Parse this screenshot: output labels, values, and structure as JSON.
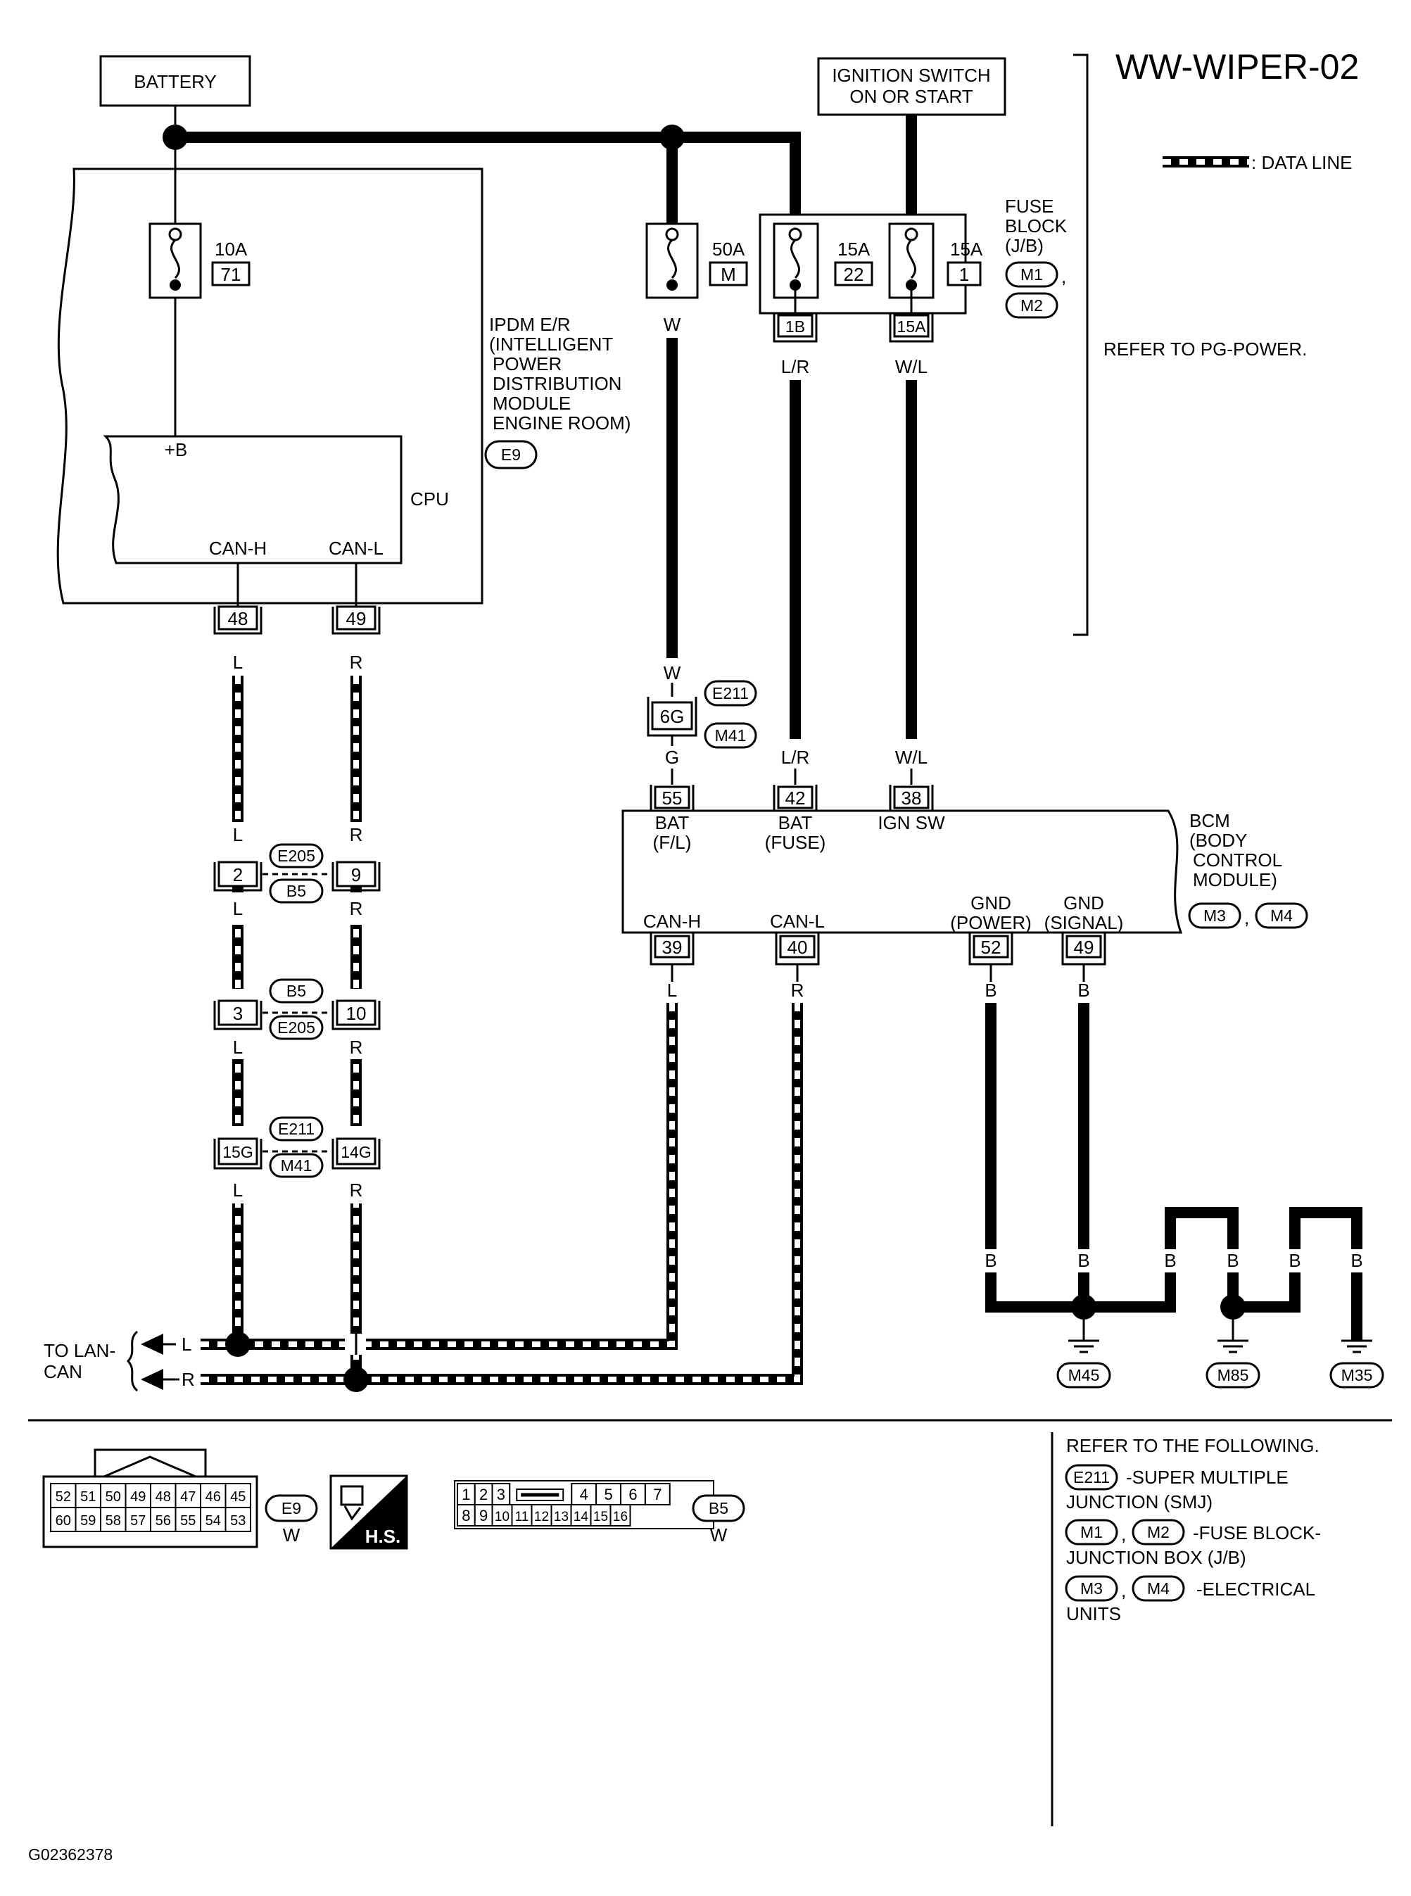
{
  "title": "WW-WIPER-02",
  "legend": {
    "data_line": ": DATA LINE"
  },
  "battery": "BATTERY",
  "ignition_switch": [
    "IGNITION SWITCH",
    "ON OR START"
  ],
  "fuses": {
    "f10a": {
      "rating": "10A",
      "number": "71"
    },
    "f50a": {
      "rating": "50A",
      "number": "M"
    },
    "f15a_22": {
      "rating": "15A",
      "number": "22"
    },
    "f15a_1": {
      "rating": "15A",
      "number": "1"
    }
  },
  "fuse_block": {
    "lines": [
      "FUSE",
      "BLOCK",
      "(J/B)"
    ],
    "conn1": "M1",
    "conn2": "M2",
    "sep": ","
  },
  "refer_pg": "REFER TO PG-POWER.",
  "ipdm": {
    "lines": [
      "IPDM E/R",
      "(INTELLIGENT",
      "POWER",
      "DISTRIBUTION",
      "MODULE",
      "ENGINE ROOM)"
    ],
    "conn": "E9",
    "plus_b": "+B",
    "cpu": "CPU",
    "can_h": "CAN-H",
    "can_l": "CAN-L",
    "pin_h": "48",
    "pin_l": "49"
  },
  "wires": {
    "w": "W",
    "lr": "L/R",
    "wl": "W/L",
    "g": "G",
    "l": "L",
    "r": "R",
    "b": "B"
  },
  "fuse_conns": {
    "c1": "1B",
    "c2": "15A"
  },
  "junction_6g": {
    "pin": "6G",
    "conn1": "E211",
    "conn2": "M41"
  },
  "bcm": {
    "lines": [
      "BCM",
      "(BODY",
      "CONTROL",
      "MODULE)"
    ],
    "conn1": "M3",
    "conn2": "M4",
    "sep": ",",
    "pins_top": [
      {
        "pin": "55",
        "label1": "BAT",
        "label2": "(F/L)"
      },
      {
        "pin": "42",
        "label1": "BAT",
        "label2": "(FUSE)"
      },
      {
        "pin": "38",
        "label1": "IGN SW",
        "label2": ""
      }
    ],
    "pins_bottom": [
      {
        "pin": "39",
        "label1": "CAN-H",
        "label2": ""
      },
      {
        "pin": "40",
        "label1": "CAN-L",
        "label2": ""
      },
      {
        "pin": "52",
        "label1": "GND",
        "label2": "(POWER)"
      },
      {
        "pin": "49",
        "label1": "GND",
        "label2": "(SIGNAL)"
      }
    ]
  },
  "can_connectors": [
    {
      "left": "2",
      "right": "9",
      "top": "E205",
      "bottom": "B5"
    },
    {
      "left": "3",
      "right": "10",
      "top": "B5",
      "bottom": "E205"
    },
    {
      "left": "15G",
      "right": "14G",
      "top": "E211",
      "bottom": "M41"
    }
  ],
  "to_lan": {
    "lines": [
      "TO LAN-",
      "CAN"
    ],
    "l": "L",
    "r": "R"
  },
  "grounds": [
    "M45",
    "M85",
    "M35"
  ],
  "connector_e9": {
    "row1": [
      "52",
      "51",
      "50",
      "49",
      "48",
      "47",
      "46",
      "45"
    ],
    "row2": [
      "60",
      "59",
      "58",
      "57",
      "56",
      "55",
      "54",
      "53"
    ],
    "name": "E9",
    "color": "W"
  },
  "hs_label": "H.S.",
  "connector_b5": {
    "row1": [
      "1",
      "2",
      "3",
      "4",
      "5",
      "6",
      "7"
    ],
    "row2": [
      "8",
      "9",
      "10",
      "11",
      "12",
      "13",
      "14",
      "15",
      "16"
    ],
    "name": "B5",
    "color": "W"
  },
  "refer_following": {
    "heading": "REFER TO THE FOLLOWING.",
    "e211": "E211",
    "e211_desc1": "-SUPER MULTIPLE",
    "e211_desc2": "JUNCTION (SMJ)",
    "m1": "M1",
    "m2": "M2",
    "fb_desc1": "-FUSE BLOCK-",
    "fb_desc2": "JUNCTION BOX (J/B)",
    "m3": "M3",
    "m4": "M4",
    "eu_desc1": "-ELECTRICAL",
    "eu_desc2": "UNITS",
    "sep": ","
  },
  "figure_id": "G02362378"
}
